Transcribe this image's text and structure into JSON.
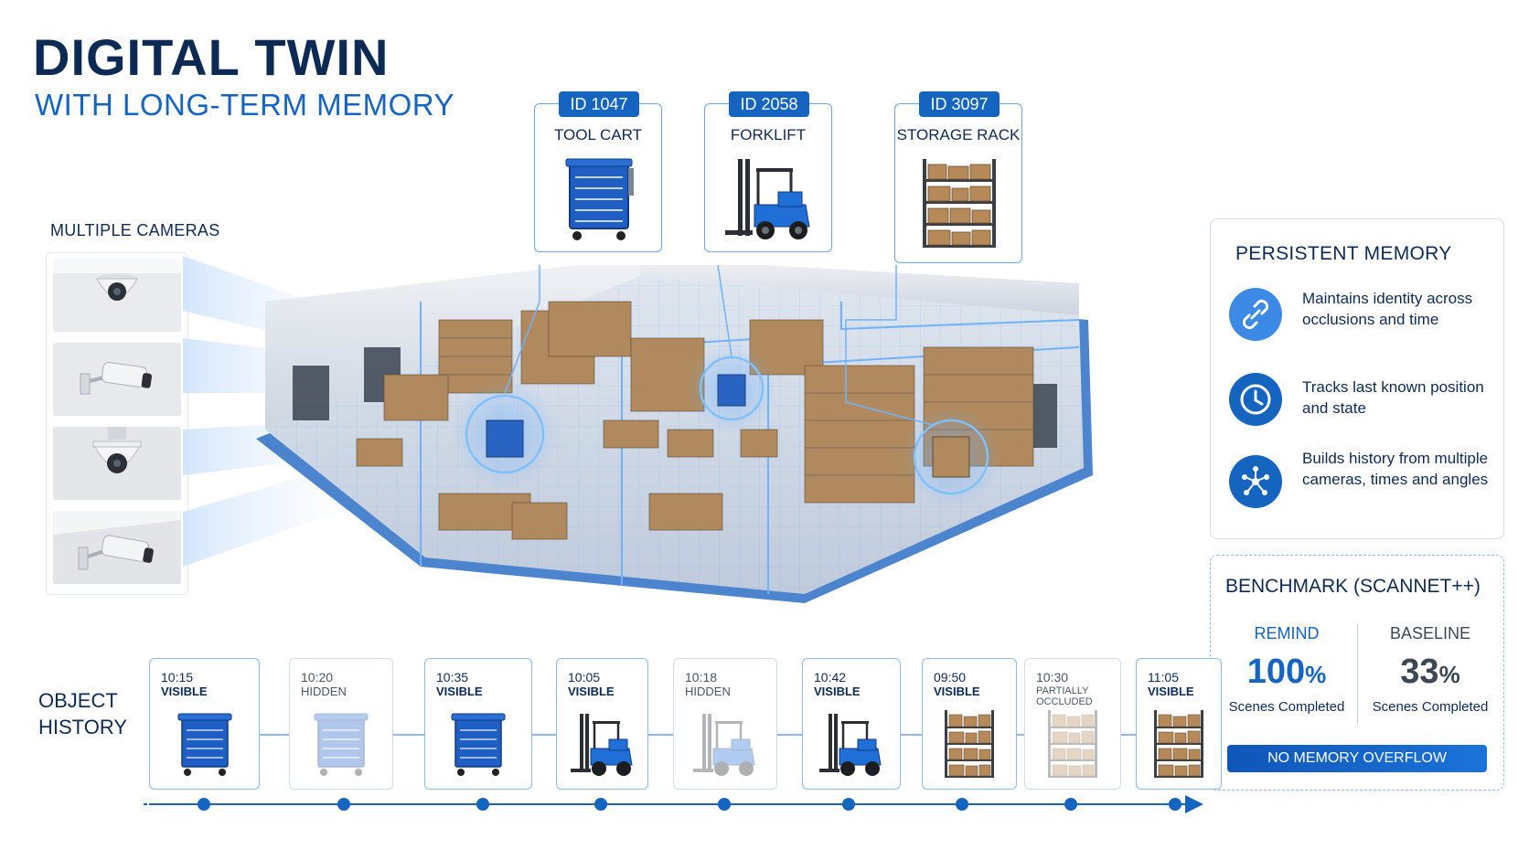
{
  "header": {
    "title": "DIGITAL TWIN",
    "subtitle": "WITH LONG-TERM MEMORY"
  },
  "cameras": {
    "label": "MULTIPLE CAMERAS",
    "count": 4
  },
  "tracked_objects": [
    {
      "id": "ID 1047",
      "name": "TOOL CART",
      "icon": "tool-cart-icon"
    },
    {
      "id": "ID 2058",
      "name": "FORKLIFT",
      "icon": "forklift-icon"
    },
    {
      "id": "ID 3097",
      "name": "STORAGE RACK",
      "icon": "storage-rack-icon"
    }
  ],
  "persistent_memory": {
    "title": "PERSISTENT MEMORY",
    "items": [
      {
        "icon": "link-icon",
        "text": "Maintains identity across occlusions and time"
      },
      {
        "icon": "clock-icon",
        "text": "Tracks last known position and state"
      },
      {
        "icon": "network-icon",
        "text": "Builds history from multiple cameras, times and angles"
      }
    ]
  },
  "benchmark": {
    "title": "BENCHMARK (SCANNET++)",
    "remind": {
      "name": "REMIND",
      "value": "100",
      "unit": "%",
      "sub": "Scenes Completed"
    },
    "baseline": {
      "name": "BASELINE",
      "value": "33",
      "unit": "%",
      "sub": "Scenes Completed"
    },
    "button": "NO MEMORY OVERFLOW"
  },
  "history": {
    "label_line1": "OBJECT",
    "label_line2": "HISTORY",
    "entries": [
      {
        "time": "10:15",
        "state": "VISIBLE",
        "object": "tool-cart-icon",
        "visible": true
      },
      {
        "time": "10:20",
        "state": "HIDDEN",
        "object": "tool-cart-icon",
        "visible": false
      },
      {
        "time": "10:35",
        "state": "VISIBLE",
        "object": "tool-cart-icon",
        "visible": true
      },
      {
        "time": "10:05",
        "state": "VISIBLE",
        "object": "forklift-icon",
        "visible": true
      },
      {
        "time": "10:18",
        "state": "HIDDEN",
        "object": "forklift-icon",
        "visible": false
      },
      {
        "time": "10:42",
        "state": "VISIBLE",
        "object": "forklift-icon",
        "visible": true
      },
      {
        "time": "09:50",
        "state": "VISIBLE",
        "object": "storage-rack-icon",
        "visible": true
      },
      {
        "time": "10:30",
        "state": "PARTIALLY OCCLUDED",
        "object": "storage-rack-icon",
        "visible": false
      },
      {
        "time": "11:05",
        "state": "VISIBLE",
        "object": "storage-rack-icon",
        "visible": true
      }
    ]
  },
  "colors": {
    "accent": "#1565c0",
    "title": "#0d2a55",
    "hologram": "#4f9be8"
  }
}
